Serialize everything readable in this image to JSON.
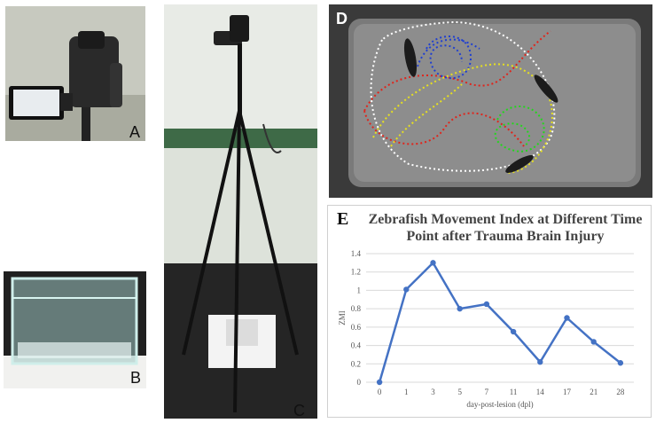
{
  "panels": {
    "a": {
      "letter": "A"
    },
    "b": {
      "letter": "B"
    },
    "c": {
      "letter": "C"
    },
    "d": {
      "letter": "D"
    },
    "e": {
      "letter": "E"
    }
  },
  "colors": {
    "series": "#4472c4",
    "track_white": "#ffffff",
    "track_red": "#e0241b",
    "track_blue": "#1f3fd1",
    "track_yellow": "#e6e020",
    "track_green": "#22d61c"
  },
  "chart_data": {
    "type": "line",
    "title": "Zebrafish  Movement Index at Different Time Point after Trauma  Brain Injury",
    "xlabel": "day-post-lesion (dpl)",
    "ylabel": "ZMI",
    "categories": [
      "0",
      "1",
      "3",
      "5",
      "7",
      "11",
      "14",
      "17",
      "21",
      "28"
    ],
    "values": [
      0,
      1.01,
      1.3,
      0.8,
      0.85,
      0.55,
      0.22,
      0.7,
      0.44,
      0.21
    ],
    "ylim": [
      0,
      1.4
    ],
    "yticks": [
      "0",
      "0.2",
      "0.4",
      "0.6",
      "0.8",
      "1",
      "1.2",
      "1.4"
    ],
    "grid": true,
    "markers": true
  }
}
